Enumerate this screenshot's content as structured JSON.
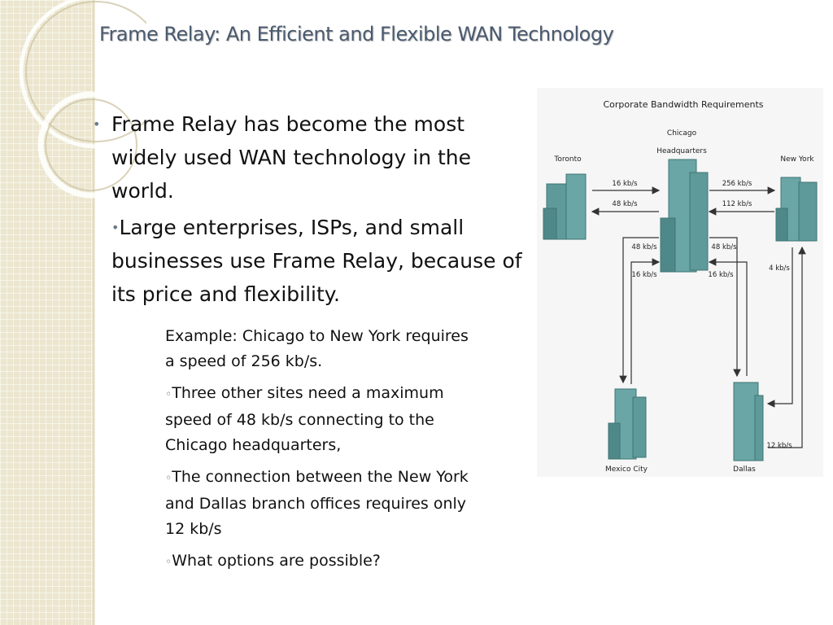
{
  "slide": {
    "title": "Frame Relay: An Efficient and Flexible WAN Technology"
  },
  "bullets": [
    {
      "text": "Frame Relay has become the most widely used WAN technology in the world."
    },
    {
      "text": "Large enterprises, ISPs, and small businesses use Frame Relay, because of its price and flexibility."
    }
  ],
  "sub_bullets": [
    {
      "text": "Example:  Chicago to New York requires a speed of 256 kb/s."
    },
    {
      "text": "Three other sites need a maximum speed of 48 kb/s connecting to the Chicago headquarters,"
    },
    {
      "text": "The connection between the New York and Dallas branch offices requires only 12 kb/s"
    },
    {
      "text": "What options are possible?"
    }
  ],
  "diagram": {
    "title": "Corporate Bandwidth Requirements",
    "sites": {
      "hq_line1": "Chicago",
      "hq_line2": "Headquarters",
      "toronto": "Toronto",
      "new_york": "New York",
      "mexico_city": "Mexico City",
      "dallas": "Dallas"
    },
    "links": {
      "toronto_to_hq": "16 kb/s",
      "hq_to_toronto": "48 kb/s",
      "hq_to_newyork": "256 kb/s",
      "newyork_to_hq": "112 kb/s",
      "hq_to_mexico": "48 kb/s",
      "mexico_to_hq": "16 kb/s",
      "hq_to_dallas": "48 kb/s",
      "dallas_to_hq": "16 kb/s",
      "newyork_to_dallas": "4 kb/s",
      "dallas_to_newyork": "12 kb/s"
    },
    "colors": {
      "building": "#5f9a9a",
      "building_dark": "#3f7474",
      "arrow": "#333333"
    }
  }
}
